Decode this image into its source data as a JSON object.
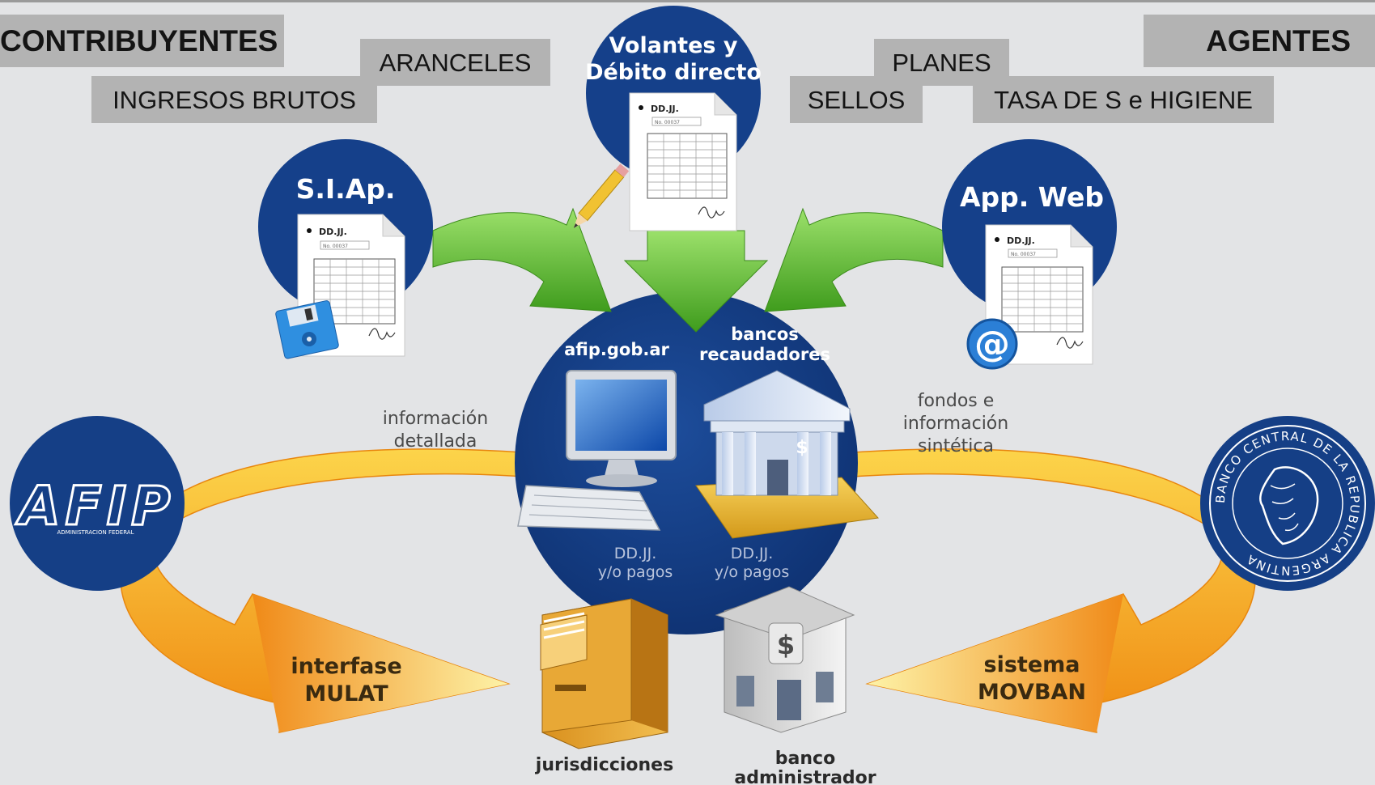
{
  "header": {
    "contribuyentes": "CONTRIBUYENTES",
    "agentes": "AGENTES"
  },
  "tags": {
    "aranceles": "ARANCELES",
    "ingresos_brutos": "INGRESOS BRUTOS",
    "planes": "PLANES",
    "sellos": "SELLOS",
    "tasa": "TASA DE S e HIGIENE"
  },
  "nodes": {
    "siap": "S.I.Ap.",
    "volantes_line1": "Volantes y",
    "volantes_line2": "Débito directo",
    "appweb": "App. Web",
    "afip_site": "afip.gob.ar",
    "bancos_line1": "bancos",
    "bancos_line2": "recaudadores",
    "jurisdicciones": "jurisdicciones",
    "banco_line1": "banco",
    "banco_line2": "administrador"
  },
  "forms": {
    "ddjj": "DD.JJ.",
    "number": "No. 00037"
  },
  "labels": {
    "info_det_line1": "información",
    "info_det_line2": "detallada",
    "fondos_line1": "fondos e",
    "fondos_line2": "información",
    "fondos_line3": "sintética",
    "ddjj_line1": "DD.JJ.",
    "ddjj_line2": "y/o pagos"
  },
  "systems": {
    "mulat_line1": "interfase",
    "mulat_line2": "MULAT",
    "movban_line1": "sistema",
    "movban_line2": "MOVBAN"
  },
  "logos": {
    "afip_letters": "AFIP",
    "afip_sub": "ADMINISTRACION FEDERAL",
    "bcra_ring": "BANCO CENTRAL DE LA REPUBLICA ARGENTINA"
  },
  "colors": {
    "navy": "#123a7e",
    "green": "#62be2f",
    "orange": "#f5a416",
    "tag_bg": "#b3b3b3",
    "bg": "#e3e4e6"
  }
}
